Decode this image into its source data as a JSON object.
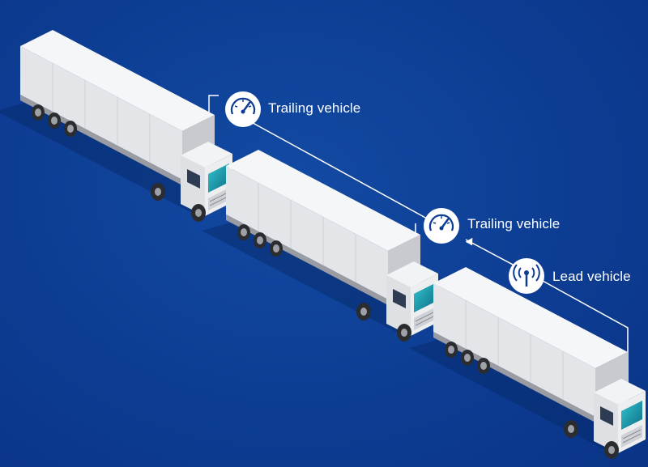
{
  "labels": {
    "trailing_1": "Trailing vehicle",
    "trailing_2": "Trailing vehicle",
    "lead": "Lead vehicle"
  },
  "icons": {
    "trailing_1": "speedometer-icon",
    "trailing_2": "speedometer-icon",
    "lead": "radio-antenna-icon"
  },
  "colors": {
    "background": "#0d3d93",
    "truck_body": "#e9eaec",
    "windshield": "#1aa7b6",
    "connector": "#ffffff"
  }
}
